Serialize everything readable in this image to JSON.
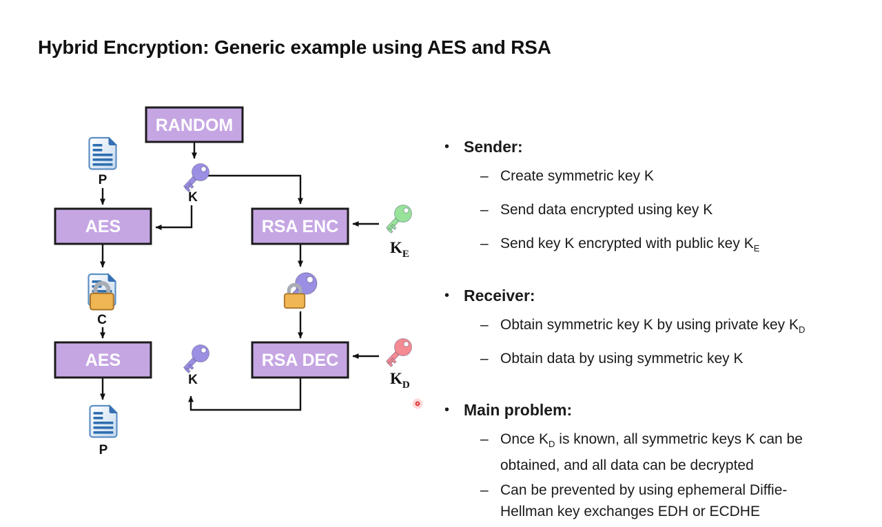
{
  "title": "Hybrid Encryption: Generic example using AES and RSA",
  "colors": {
    "box_fill": "#c5a6e3",
    "box_border": "#1b1b1b",
    "key_purple": "#9a8fe2",
    "key_green": "#98e29a",
    "key_red": "#f48b92",
    "lock_gold": "#f0b653",
    "doc_blue": "#2f6fb0",
    "laser_red": "#e23b3b"
  },
  "diagram": {
    "boxes": {
      "random": "RANDOM",
      "aes_top": "AES",
      "rsa_enc": "RSA ENC",
      "aes_bottom": "AES",
      "rsa_dec": "RSA DEC"
    },
    "labels": {
      "plaintext_top": "P",
      "key_top": "K",
      "ciphertext": "C",
      "key_bottom": "K",
      "plaintext_bottom": "P",
      "public_key_main": "K",
      "public_key_sub": "E",
      "private_key_main": "K",
      "private_key_sub": "D"
    }
  },
  "panel": {
    "bullet_char": "•",
    "dash_char": "–",
    "sections": [
      {
        "title": "Sender:",
        "items": [
          {
            "pre": "Create symmetric key K",
            "sub": "",
            "post": ""
          },
          {
            "pre": "Send data encrypted using key K",
            "sub": "",
            "post": ""
          },
          {
            "pre": "Send key K encrypted with public key K",
            "sub": "E",
            "post": ""
          }
        ]
      },
      {
        "title": "Receiver:",
        "items": [
          {
            "pre": "Obtain symmetric key K by using private key K",
            "sub": "D",
            "post": ""
          },
          {
            "pre": "Obtain data by using symmetric key K",
            "sub": "",
            "post": ""
          }
        ]
      },
      {
        "title": "Main problem:",
        "items": [
          {
            "pre": "Once K",
            "sub": "D",
            "post": " is known, all symmetric keys K can be obtained, and all data can be decrypted"
          },
          {
            "pre": "Can be prevented by using ephemeral Diffie-Hellman key exchanges EDH or ECDHE",
            "sub": "",
            "post": ""
          }
        ]
      }
    ]
  }
}
